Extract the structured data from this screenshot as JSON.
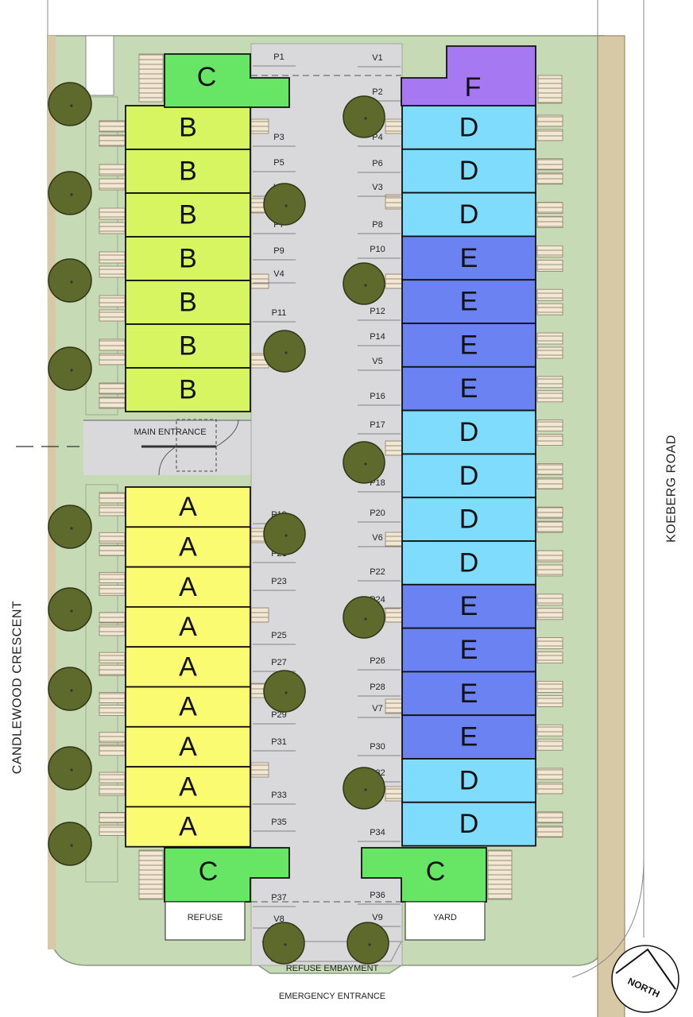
{
  "roads": {
    "west": "CANDLEWOOD CRESCENT",
    "east": "KOEBERG ROAD"
  },
  "labels": {
    "main_entrance": "MAIN ENTRANCE",
    "refuse": "REFUSE",
    "yard": "YARD",
    "refuse_embayment": "REFUSE EMBAYMENT",
    "emergency_entrance": "EMERGENCY ENTRANCE",
    "north": "NORTH"
  },
  "unit_colors": {
    "A": "#fbfb72",
    "B": "#d6f560",
    "C": "#67e666",
    "D": "#7fdcfc",
    "E": "#6a82f2",
    "F": "#a678f2"
  },
  "units": {
    "C_top": "C",
    "F": "F",
    "B": [
      "B",
      "B",
      "B",
      "B",
      "B",
      "B",
      "B"
    ],
    "A": [
      "A",
      "A",
      "A",
      "A",
      "A",
      "A",
      "A",
      "A",
      "A"
    ],
    "right": [
      "D",
      "D",
      "D",
      "E",
      "E",
      "E",
      "E",
      "D",
      "D",
      "D",
      "D",
      "E",
      "E",
      "E",
      "E",
      "D",
      "D"
    ],
    "C_bottom_left": "C",
    "C_bottom_right": "C"
  },
  "bays": {
    "left": [
      "P1",
      "P3",
      "P5",
      "V2",
      "P7",
      "P9",
      "V4",
      "P11",
      "P19",
      "P21",
      "P23",
      "P25",
      "P27",
      "P29",
      "P31",
      "P33",
      "P35",
      "P37",
      "V8"
    ],
    "right": [
      "V1",
      "P2",
      "P4",
      "P6",
      "V3",
      "P8",
      "P10",
      "P12",
      "P14",
      "V5",
      "P16",
      "P17",
      "P18",
      "P20",
      "V6",
      "P22",
      "P24",
      "P26",
      "P28",
      "V7",
      "P30",
      "P32",
      "P34",
      "P36",
      "V9"
    ]
  }
}
